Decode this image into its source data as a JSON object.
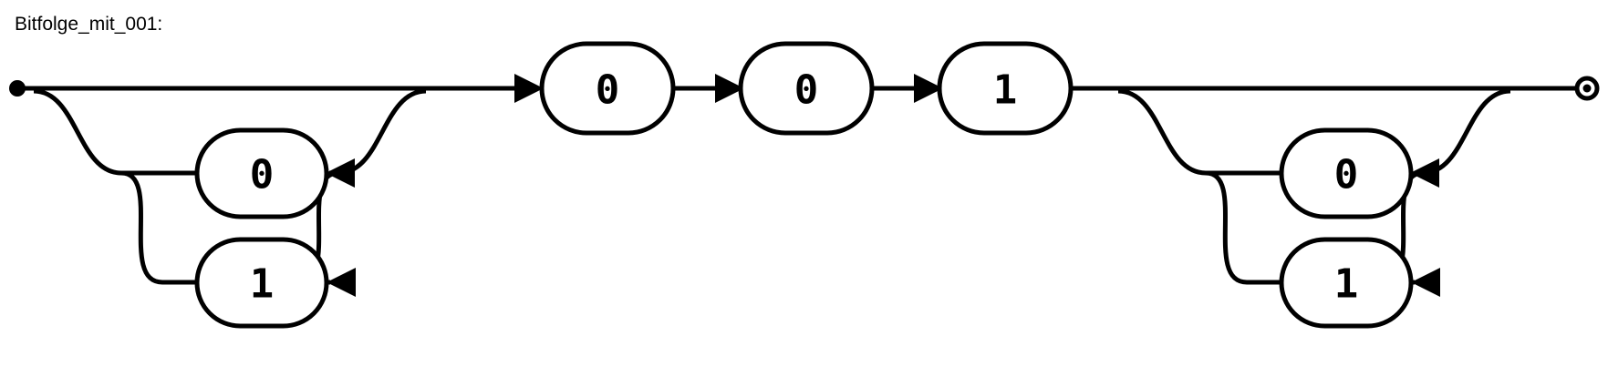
{
  "diagram": {
    "title": "Bitfolge_mit_001:",
    "type": "railroad-syntax-diagram",
    "stroke_color": "#000000",
    "background_color": "#ffffff",
    "start_marker": "filled-dot",
    "end_marker": "circled-dot",
    "sequence": [
      {
        "kind": "repeat-group",
        "name": "left-bit-loop",
        "optional": true,
        "alternatives": [
          {
            "label": "0"
          },
          {
            "label": "1"
          }
        ]
      },
      {
        "kind": "terminal",
        "label": "0"
      },
      {
        "kind": "terminal",
        "label": "0"
      },
      {
        "kind": "terminal",
        "label": "1"
      },
      {
        "kind": "repeat-group",
        "name": "right-bit-loop",
        "optional": true,
        "alternatives": [
          {
            "label": "0"
          },
          {
            "label": "1"
          }
        ]
      }
    ],
    "nodes": {
      "left_loop_zero": "0",
      "left_loop_one": "1",
      "middle_first": "0",
      "middle_second": "0",
      "middle_third": "1",
      "right_loop_zero": "0",
      "right_loop_one": "1"
    }
  }
}
